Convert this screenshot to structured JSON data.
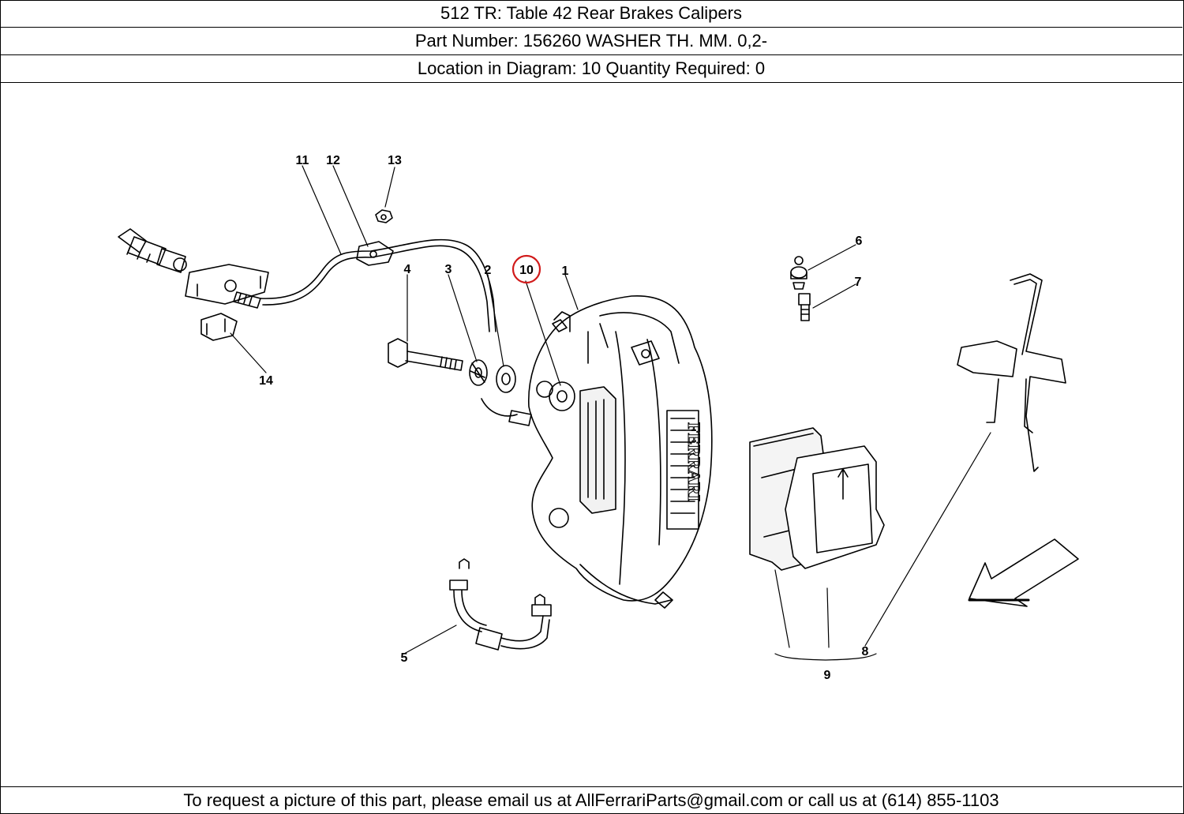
{
  "header": {
    "title_line": "512 TR:   Table 42 Rear Brakes Calipers",
    "part_line": "Part Number: 156260   WASHER TH. MM. 0,2-",
    "location_line": "Location in Diagram: 10   Quantity Required: 0"
  },
  "diagram": {
    "highlighted_callout": "10",
    "callouts": [
      "1",
      "2",
      "3",
      "4",
      "5",
      "6",
      "7",
      "8",
      "9",
      "10",
      "11",
      "12",
      "13",
      "14"
    ],
    "caliper_brand_text": "FERRARI"
  },
  "footer": {
    "text": "To request a picture of this part, please email us at AllFerrariParts@gmail.com or call us at (614) 855-1103"
  },
  "colors": {
    "highlight": "#d11a1a",
    "ink": "#000000",
    "background": "#ffffff"
  }
}
